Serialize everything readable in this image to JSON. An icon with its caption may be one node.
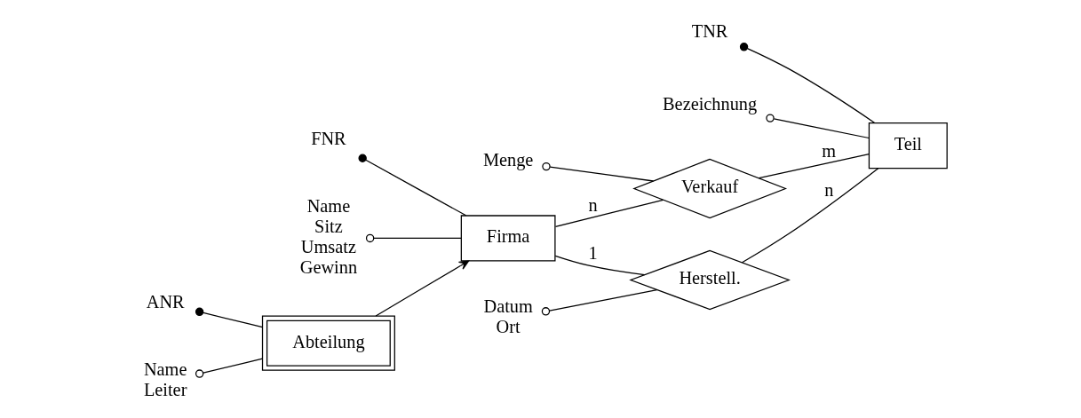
{
  "diagram": {
    "nodes": [
      {
        "text": [
          "Verkauf"
        ]
      },
      {
        "text": [
          "Menge"
        ]
      },
      {
        "text": [
          "FNR"
        ]
      },
      {
        "text": [
          "Firma"
        ]
      },
      {
        "text": [
          "Teil"
        ]
      },
      {
        "text": [
          "TNR"
        ]
      },
      {
        "text": [
          "Name",
          "Sitz",
          "Umsatz",
          "Gewinn"
        ]
      },
      {
        "text": [
          "Bezeichnung"
        ]
      },
      {
        "text": [
          "Herstell."
        ]
      },
      {
        "text": [
          "Datum",
          "Ort"
        ]
      },
      {
        "text": [
          "ANR"
        ]
      },
      {
        "text": [
          "Abteilung"
        ]
      },
      {
        "text": [
          "Name",
          "Leiter"
        ]
      }
    ],
    "edges": [
      {
        "from": 2,
        "to": 3,
        "arrow": "other"
      },
      {
        "from": 6,
        "to": 3,
        "arrow": "other"
      },
      {
        "from": 5,
        "to": 4,
        "arrow": "other"
      },
      {
        "from": 7,
        "to": 4,
        "arrow": "other"
      },
      {
        "from": 3,
        "to": 0,
        "arrow": "none",
        "label": "n"
      },
      {
        "from": 0,
        "to": 4,
        "arrow": "none",
        "label": "m"
      },
      {
        "from": 1,
        "to": 0,
        "arrow": "other"
      },
      {
        "from": 3,
        "to": 8,
        "arrow": "none",
        "label": "1"
      },
      {
        "from": 8,
        "to": 4,
        "arrow": "none",
        "label": "n"
      },
      {
        "from": 9,
        "to": 8,
        "arrow": "other"
      },
      {
        "from": 10,
        "to": 11,
        "arrow": "other"
      },
      {
        "from": 12,
        "to": 11,
        "arrow": "other"
      },
      {
        "from": 11,
        "to": 3,
        "arrow": "to"
      }
    ]
  }
}
